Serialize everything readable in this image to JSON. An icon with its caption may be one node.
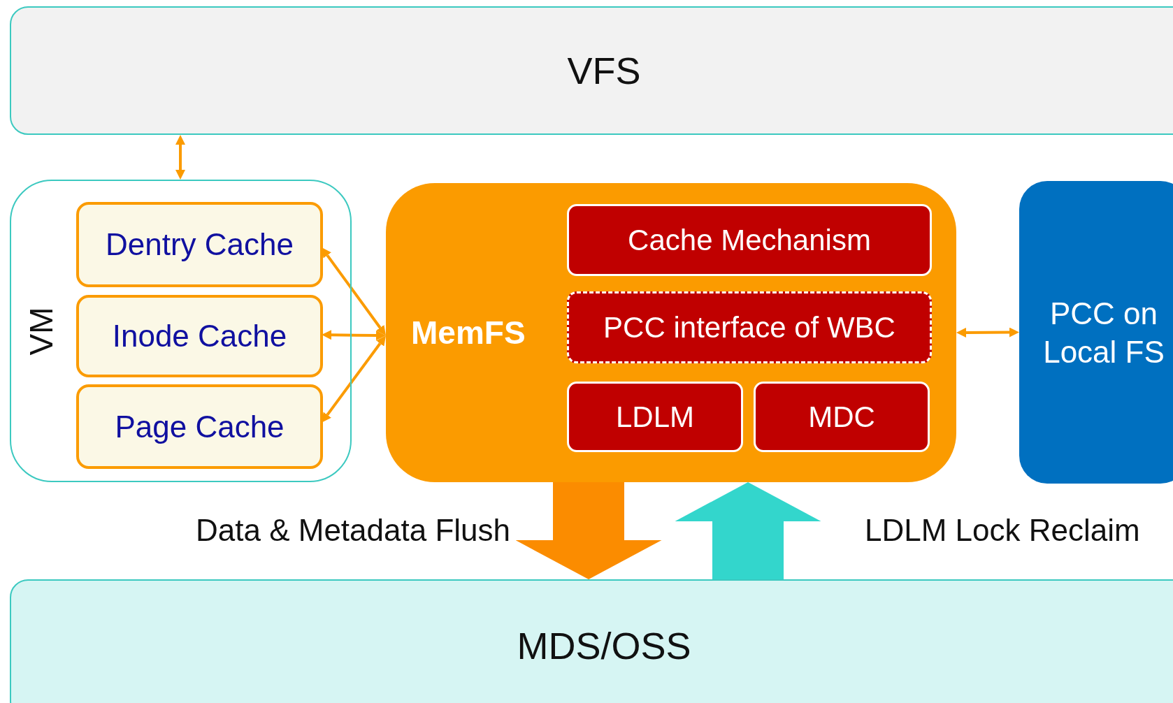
{
  "diagram": {
    "nodes": [
      {
        "text": [
          "VFS"
        ]
      },
      {
        "text": [
          "VM"
        ]
      },
      {
        "text": [
          "Dentry Cache"
        ],
        "in": 1
      },
      {
        "text": [
          "Inode Cache"
        ],
        "in": 1
      },
      {
        "text": [
          "Page Cache"
        ],
        "in": 1
      },
      {
        "text": [
          "MemFS"
        ]
      },
      {
        "text": [
          "Cache Mechanism"
        ],
        "in": 5
      },
      {
        "text": [
          "PCC interface of WBC"
        ],
        "in": 5
      },
      {
        "text": [
          "LDLM"
        ],
        "in": 5
      },
      {
        "text": [
          "MDC"
        ],
        "in": 5
      },
      {
        "text": [
          "PCC on Local FS"
        ]
      },
      {
        "text": [
          "MDS/OSS"
        ]
      }
    ],
    "edges": [
      {
        "from": 0,
        "to": 1,
        "arrow": "both"
      },
      {
        "from": 2,
        "to": 5,
        "arrow": "both"
      },
      {
        "from": 3,
        "to": 5,
        "arrow": "both"
      },
      {
        "from": 4,
        "to": 5,
        "arrow": "both"
      },
      {
        "from": 5,
        "to": 10,
        "arrow": "both"
      },
      {
        "from": 5,
        "to": 11,
        "arrow": "to",
        "label": "Data & Metadata Flush",
        "style": "thick",
        "color": "#fb8c00"
      },
      {
        "from": 11,
        "to": 5,
        "arrow": "to",
        "label": "LDLM Lock Reclaim",
        "style": "thick",
        "color": "#33d6cc"
      }
    ]
  }
}
